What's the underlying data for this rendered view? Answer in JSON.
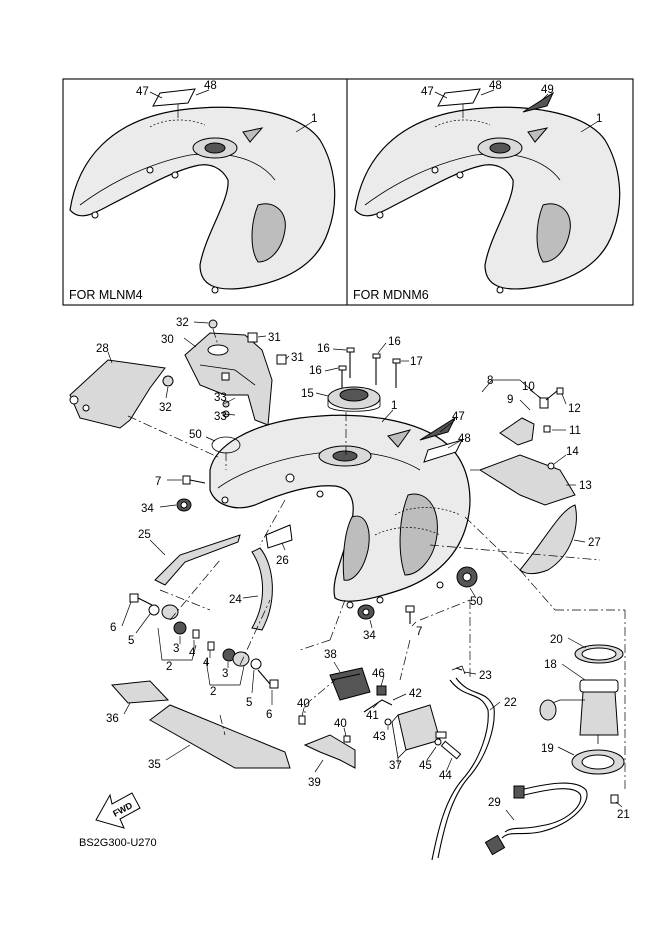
{
  "variants": [
    {
      "label": "FOR MLNM4",
      "callouts": [
        "47",
        "48",
        "1"
      ]
    },
    {
      "label": "FOR MDNM6",
      "callouts": [
        "47",
        "48",
        "49",
        "1"
      ]
    }
  ],
  "direction_badge": "FWD",
  "reference_code": "BS2G300-U270",
  "callouts": {
    "c1": "1",
    "c2a": "2",
    "c2b": "2",
    "c3a": "3",
    "c3b": "3",
    "c4a": "4",
    "c4b": "4",
    "c5a": "5",
    "c5b": "5",
    "c6a": "6",
    "c6b": "6",
    "c7a": "7",
    "c7b": "7",
    "c8": "8",
    "c9": "9",
    "c10": "10",
    "c11": "11",
    "c12": "12",
    "c13": "13",
    "c14": "14",
    "c15": "15",
    "c16a": "16",
    "c16b": "16",
    "c16c": "16",
    "c17": "17",
    "c18": "18",
    "c19": "19",
    "c20": "20",
    "c21": "21",
    "c22": "22",
    "c23": "23",
    "c24": "24",
    "c25": "25",
    "c26": "26",
    "c27": "27",
    "c28": "28",
    "c29": "29",
    "c30": "30",
    "c31a": "31",
    "c31b": "31",
    "c32a": "32",
    "c32b": "32",
    "c33a": "33",
    "c33b": "33",
    "c34a": "34",
    "c34b": "34",
    "c35": "35",
    "c36": "36",
    "c37": "37",
    "c38": "38",
    "c39": "39",
    "c40a": "40",
    "c40b": "40",
    "c41": "41",
    "c42": "42",
    "c43": "43",
    "c44": "44",
    "c45": "45",
    "c46": "46",
    "c47": "47",
    "c48": "48",
    "c50a": "50",
    "c50b": "50"
  },
  "colors": {
    "ink": "#000000",
    "tank_fill": "#ebebeb",
    "shade": "#bdbdbd",
    "paper": "#ffffff"
  }
}
